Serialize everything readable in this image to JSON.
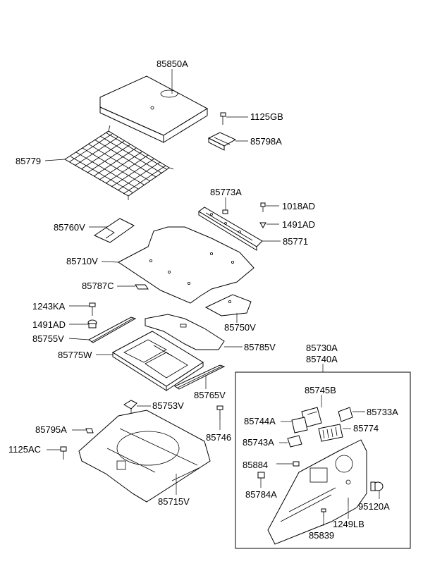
{
  "diagram": {
    "labels": {
      "p85850A": "85850A",
      "p1125GB": "1125GB",
      "p85798A": "85798A",
      "p85779": "85779",
      "p85773A": "85773A",
      "p1018AD": "1018AD",
      "p1491AD_top": "1491AD",
      "p85771": "85771",
      "p85760V": "85760V",
      "p85710V": "85710V",
      "p85787C": "85787C",
      "p1243KA": "1243KA",
      "p85750V": "85750V",
      "p1491AD_mid": "1491AD",
      "p85755V": "85755V",
      "p85785V": "85785V",
      "p85775W": "85775W",
      "p85730A": "85730A",
      "p85740A": "85740A",
      "p85765V": "85765V",
      "p85753V": "85753V",
      "p85745B": "85745B",
      "p85795A": "85795A",
      "p85746": "85746",
      "p85744A": "85744A",
      "p85733A": "85733A",
      "p85774": "85774",
      "p1125AC": "1125AC",
      "p85743A": "85743A",
      "p85884": "85884",
      "p85784A": "85784A",
      "p85715V": "85715V",
      "p95120A": "95120A",
      "p1249LB": "1249LB",
      "p85839": "85839"
    }
  }
}
